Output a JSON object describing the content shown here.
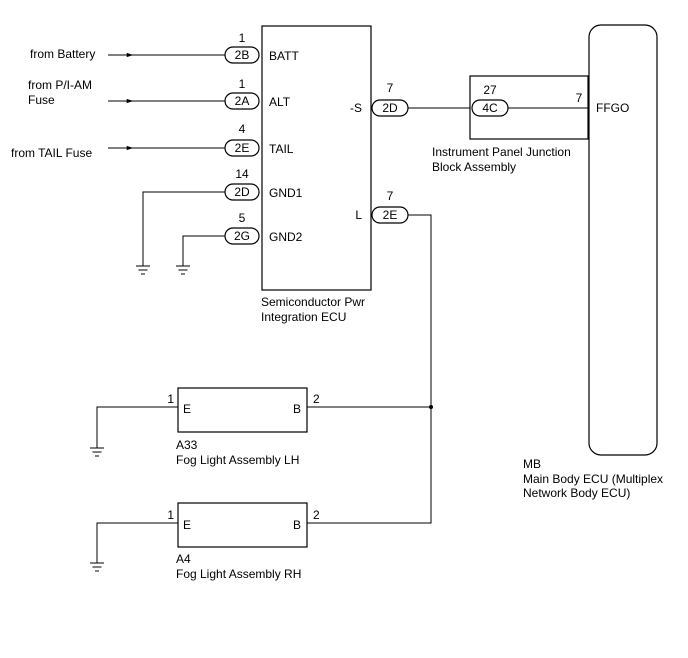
{
  "sources": {
    "battery": "from Battery",
    "piam_line1": "from P/I-AM",
    "piam_line2": "Fuse",
    "tail": "from TAIL Fuse"
  },
  "spi_ecu": {
    "name_line1": "Semiconductor Pwr",
    "name_line2": "Integration ECU",
    "pins": [
      {
        "num": "1",
        "conn": "2B",
        "label": "BATT"
      },
      {
        "num": "1",
        "conn": "2A",
        "label": "ALT"
      },
      {
        "num": "4",
        "conn": "2E",
        "label": "TAIL"
      },
      {
        "num": "14",
        "conn": "2D",
        "label": "GND1"
      },
      {
        "num": "5",
        "conn": "2G",
        "label": "GND2"
      }
    ],
    "right_pins": [
      {
        "num": "7",
        "conn": "2D",
        "label": "-S"
      },
      {
        "num": "7",
        "conn": "2E",
        "label": "L"
      }
    ]
  },
  "junction": {
    "num": "27",
    "conn": "4C",
    "name_line1": "Instrument Panel Junction",
    "name_line2": "Block Assembly"
  },
  "main_ecu": {
    "pin_num": "7",
    "pin_label": "FFGO",
    "code": "MB",
    "name_line1": "Main Body ECU (Multiplex",
    "name_line2": "Network Body ECU)"
  },
  "fog_lh": {
    "pin_e_num": "1",
    "pin_e_label": "E",
    "pin_b_num": "2",
    "pin_b_label": "B",
    "code": "A33",
    "name": "Fog Light Assembly LH"
  },
  "fog_rh": {
    "pin_e_num": "1",
    "pin_e_label": "E",
    "pin_b_num": "2",
    "pin_b_label": "B",
    "code": "A4",
    "name": "Fog Light Assembly RH"
  }
}
